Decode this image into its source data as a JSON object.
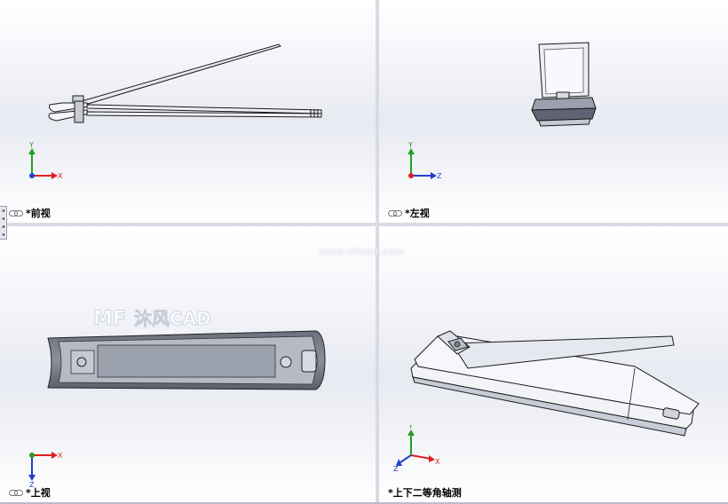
{
  "viewports": {
    "front": {
      "name": "*前视"
    },
    "left": {
      "name": "*左视"
    },
    "top": {
      "name": "*上视"
    },
    "iso": {
      "name": "*上下二等角轴测"
    }
  },
  "axes": {
    "x": "X",
    "y": "Y",
    "z": "Z"
  },
  "axis_colors": {
    "x": "#e02020",
    "y": "#20a020",
    "z": "#2040d0"
  },
  "watermark": {
    "url": "www.mfcad.com",
    "logo_text": "沐风CAD",
    "logo_sub": "www.mfcad.com"
  },
  "icons": {
    "view_link": "link-icon",
    "collapse": "collapse-arrows-icon"
  }
}
